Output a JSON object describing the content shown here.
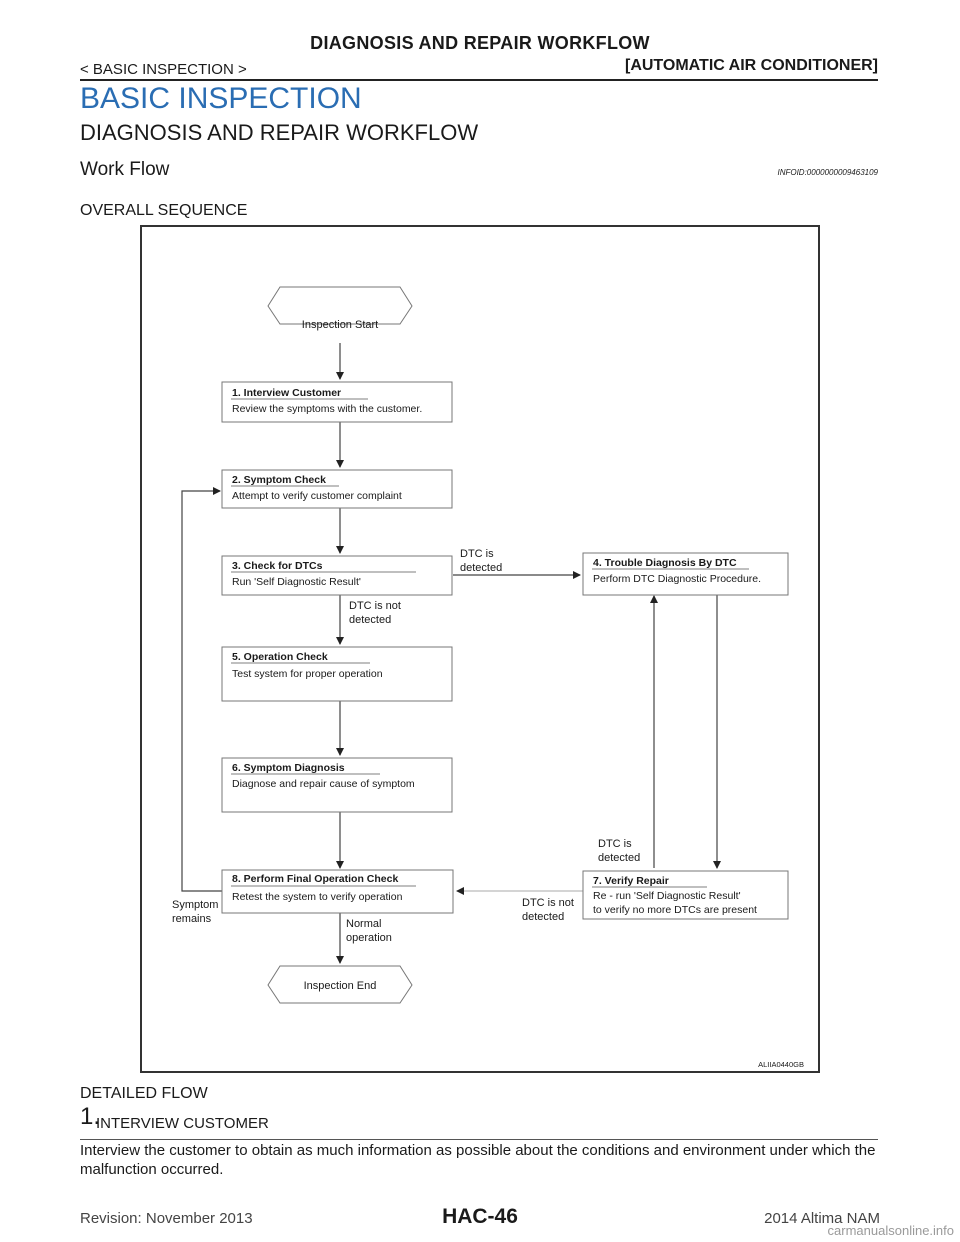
{
  "header": {
    "title": "DIAGNOSIS AND REPAIR WORKFLOW",
    "breadcrumb": "< BASIC INSPECTION >",
    "system": "[AUTOMATIC AIR CONDITIONER]"
  },
  "section_title": "BASIC INSPECTION",
  "subsection_title": "DIAGNOSIS AND REPAIR WORKFLOW",
  "workflow_title": "Work Flow",
  "info_id": "INFOID:0000000009463109",
  "overall_label": "OVERALL SEQUENCE",
  "flowchart": {
    "start": "Inspection Start",
    "end": "Inspection End",
    "box1": {
      "title": "1. Interview Customer",
      "body": "Review the symptoms with the customer."
    },
    "box2": {
      "title": "2. Symptom Check",
      "body": "Attempt to verify customer complaint"
    },
    "box3": {
      "title": "3. Check for DTCs",
      "body": "Run 'Self Diagnostic Result'"
    },
    "box4": {
      "title": "4. Trouble Diagnosis By DTC",
      "body": "Perform DTC Diagnostic Procedure."
    },
    "box5": {
      "title": "5. Operation Check",
      "body": "Test system for proper operation"
    },
    "box6": {
      "title": "6. Symptom Diagnosis",
      "body": "Diagnose and repair cause of symptom"
    },
    "box7": {
      "title": "7. Verify Repair",
      "body1": "Re - run 'Self Diagnostic Result'",
      "body2": "to verify no more DTCs are present"
    },
    "box8": {
      "title": "8. Perform Final Operation Check",
      "body": "Retest the system to verify operation"
    },
    "lbl_dtc_detected_1": [
      "DTC is",
      "detected"
    ],
    "lbl_dtc_not_detected_1": [
      "DTC is not",
      "detected"
    ],
    "lbl_dtc_detected_2": [
      "DTC is",
      "detected"
    ],
    "lbl_dtc_not_detected_2": [
      "DTC is not",
      "detected"
    ],
    "lbl_symptom_remains": [
      "Symptom",
      "remains"
    ],
    "lbl_normal_operation": [
      "Normal",
      "operation"
    ],
    "figure_id": "ALIIA0440GB"
  },
  "detailed_label": "DETAILED FLOW",
  "step": {
    "number": "1.",
    "label": "INTERVIEW CUSTOMER"
  },
  "paragraph": "Interview the customer to obtain as much information as possible about the conditions and environment under which the malfunction occurred.",
  "footer": {
    "revision": "Revision: November 2013",
    "page": "HAC-46",
    "model": "2014 Altima NAM",
    "watermark": "carmanualsonline.info"
  }
}
